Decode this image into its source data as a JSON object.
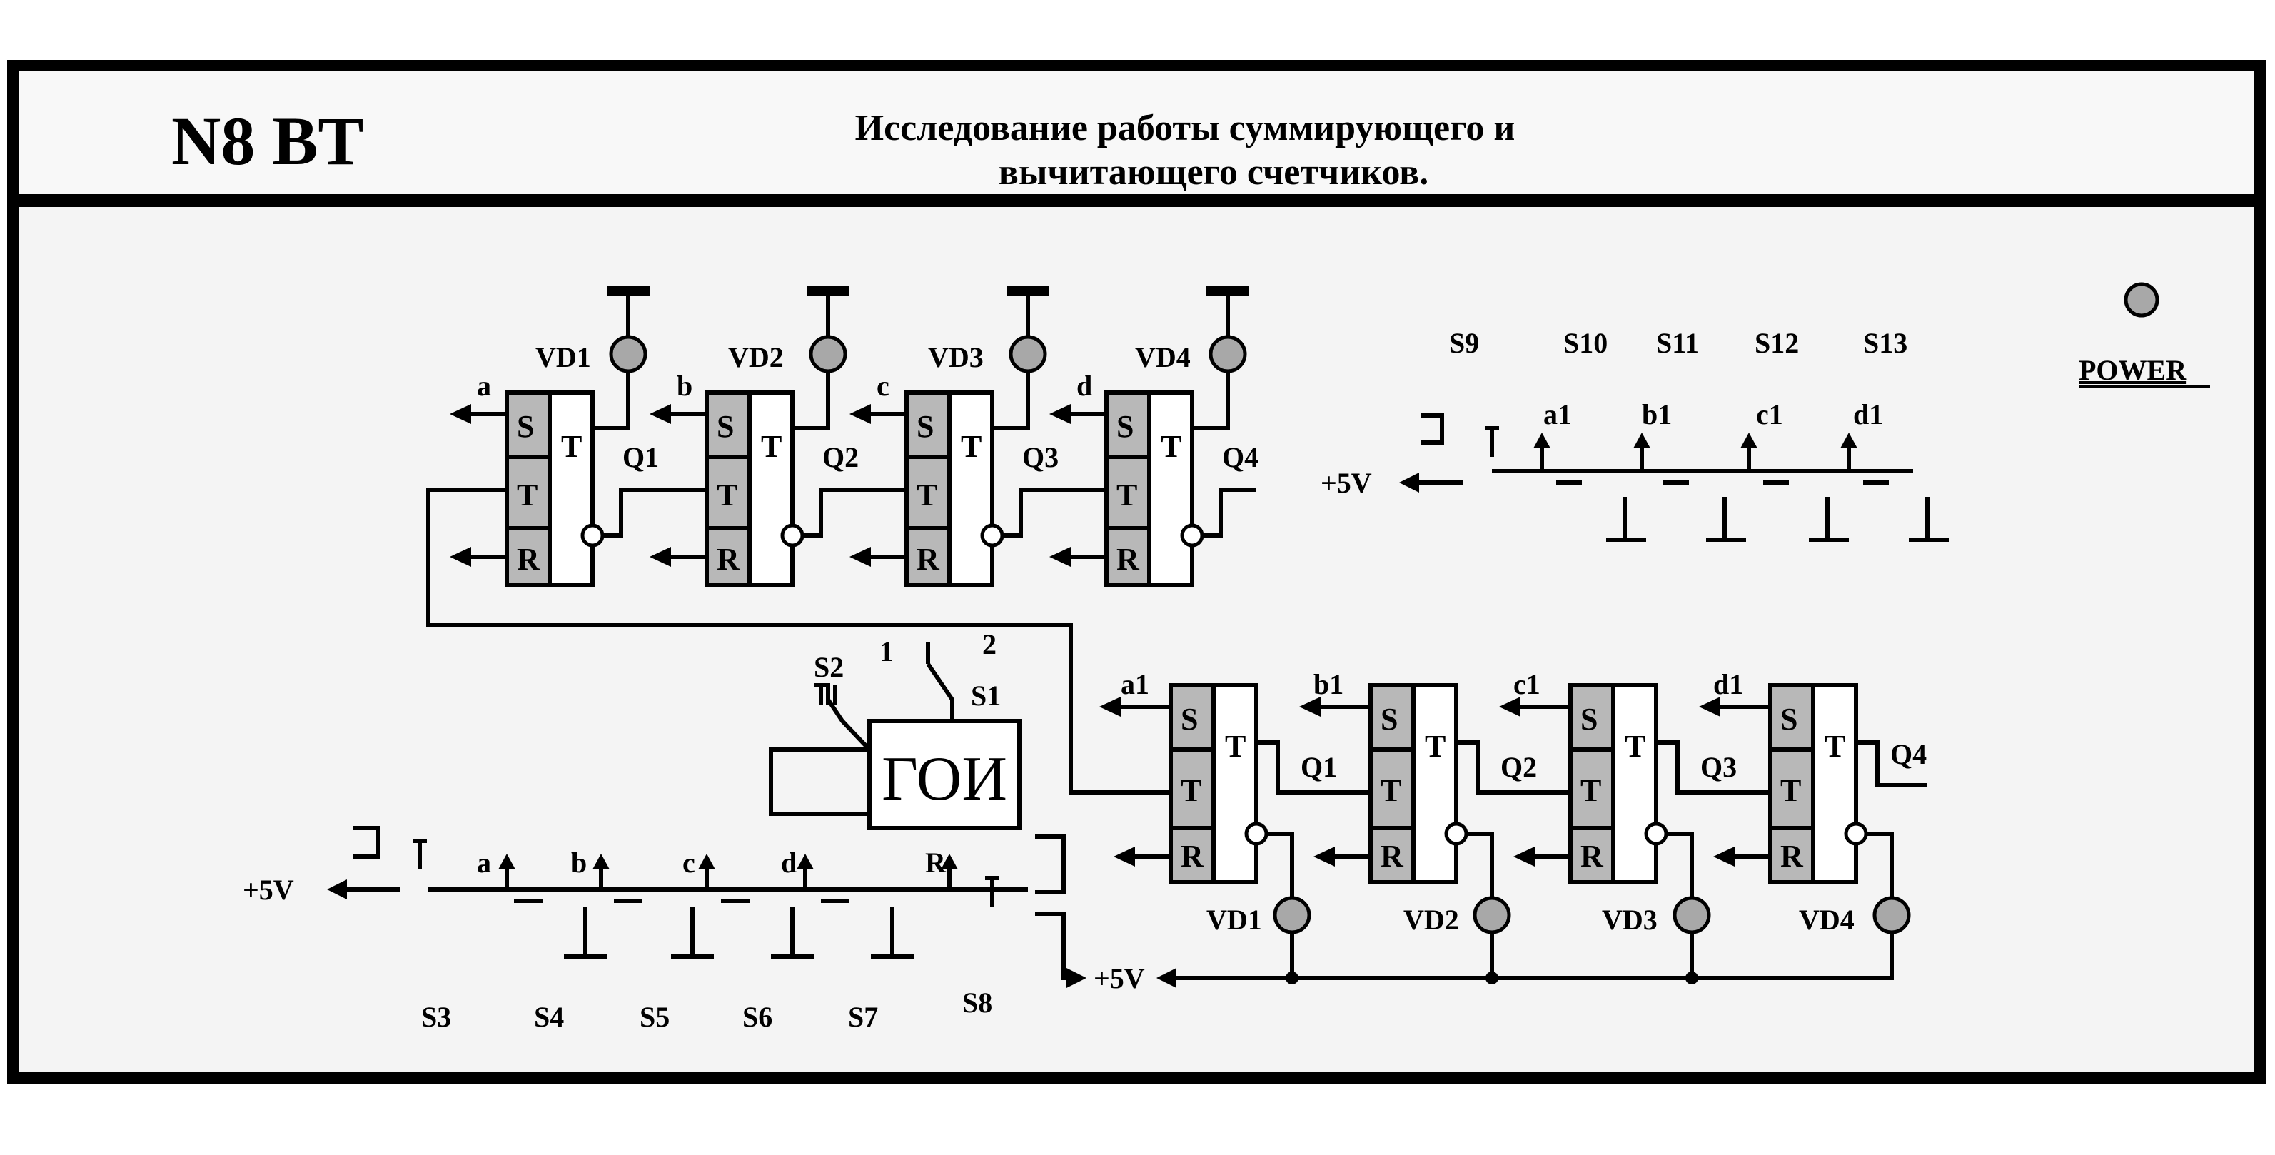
{
  "header": {
    "code": "N8 BT",
    "title_line1": "Исследование работы суммирующего и",
    "title_line2": "вычитающего счетчиков."
  },
  "power": {
    "label": "POWER"
  },
  "generator": {
    "label": "ГОИ"
  },
  "flipflop_pins": {
    "s": "S",
    "t": "T",
    "r": "R",
    "out": "T"
  },
  "top_counter": {
    "leds": [
      "VD1",
      "VD2",
      "VD3",
      "VD4"
    ],
    "outputs": [
      "Q1",
      "Q2",
      "Q3",
      "Q4"
    ],
    "set_inputs": [
      "a",
      "b",
      "c",
      "d"
    ]
  },
  "bottom_counter": {
    "leds": [
      "VD1",
      "VD2",
      "VD3",
      "VD4"
    ],
    "outputs": [
      "Q1",
      "Q2",
      "Q3",
      "Q4"
    ],
    "set_inputs": [
      "a1",
      "b1",
      "c1",
      "d1"
    ]
  },
  "top_switches": {
    "labels": [
      "S9",
      "S10",
      "S11",
      "S12",
      "S13"
    ],
    "contacts": [
      "a1",
      "b1",
      "c1",
      "d1"
    ],
    "supply": "+5V"
  },
  "bottom_switches": {
    "labels": [
      "S3",
      "S4",
      "S5",
      "S6",
      "S7",
      "S8"
    ],
    "contacts": [
      "a",
      "b",
      "c",
      "d",
      "R"
    ],
    "supply": "+5V",
    "supply_right": "+5V"
  },
  "selector": {
    "s1": "S1",
    "s2": "S2",
    "pos1": "1",
    "pos2": "2"
  }
}
